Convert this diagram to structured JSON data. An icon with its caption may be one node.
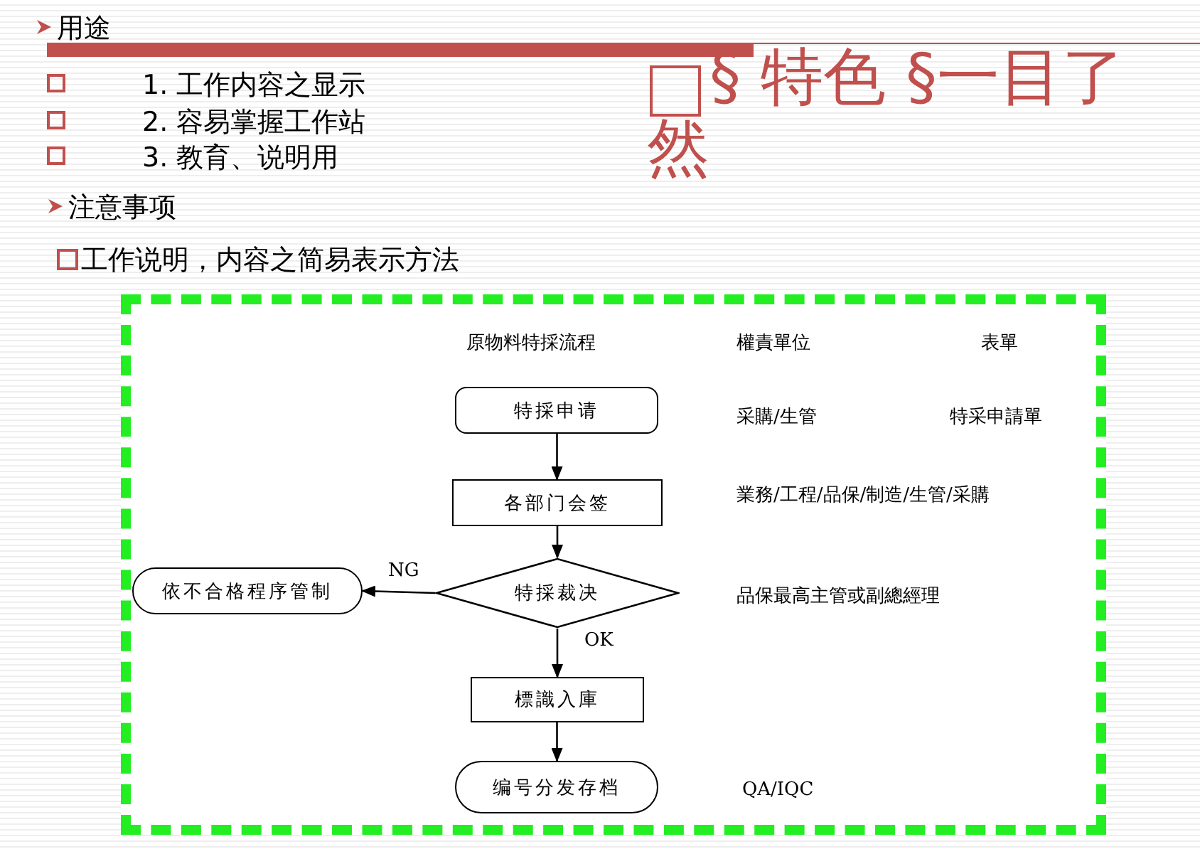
{
  "diagram": {
    "title": "§ 特色 §一目了然",
    "nodes": [
      {
        "text": [
          "特採申请"
        ]
      },
      {
        "text": [
          "各部门会签"
        ]
      },
      {
        "text": [
          "特採裁决"
        ]
      },
      {
        "text": [
          "依不合格程序管制"
        ]
      },
      {
        "text": [
          "標識入庫"
        ]
      },
      {
        "text": [
          "编号分发存档"
        ]
      }
    ],
    "edges": [
      {
        "from": 0,
        "to": 1,
        "arrow": "to"
      },
      {
        "from": 1,
        "to": 2,
        "arrow": "to"
      },
      {
        "from": 2,
        "to": 3,
        "arrow": "to",
        "label": "NG"
      },
      {
        "from": 2,
        "to": 4,
        "arrow": "to",
        "label": "OK"
      },
      {
        "from": 4,
        "to": 5,
        "arrow": "to"
      }
    ],
    "labels": [
      "用途",
      "1. 工作内容之显示",
      "2. 容易掌握工作站",
      "3. 教育、说明用",
      "注意事项",
      "工作说明，内容之简易表示方法",
      "原物料特採流程",
      "權責單位",
      "表單",
      "采購/生管",
      "特采申請單",
      "業務/工程/品保/制造/生管/采購",
      "品保最高主管或副總經理",
      "QA/IQC"
    ]
  }
}
